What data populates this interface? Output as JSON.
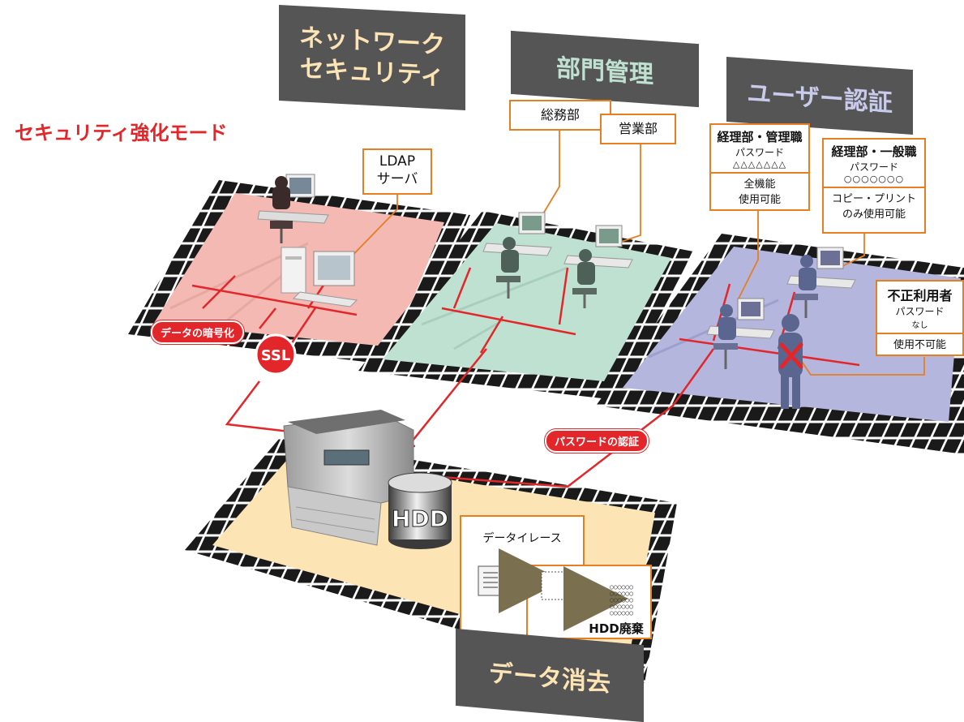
{
  "mode_title": "セキュリティ強化モード",
  "sections": {
    "network": {
      "line1": "ネットワーク",
      "line2": "セキュリティ"
    },
    "dept": {
      "title": "部門管理"
    },
    "user_auth": {
      "title": "ユーザー認証"
    },
    "data_erase": {
      "title": "データ消去"
    }
  },
  "ldap": {
    "line1": "LDAP",
    "line2": "サーバ"
  },
  "departments": [
    "総務部",
    "営業部"
  ],
  "users": [
    {
      "name": "経理部・管理職",
      "pw_label": "パスワード",
      "pw": "△△△△△△△",
      "perm1": "全機能",
      "perm2": "使用可能"
    },
    {
      "name": "経理部・一般職",
      "pw_label": "パスワード",
      "pw": "○○○○○○○",
      "perm1": "コピー・プリント",
      "perm2": "のみ使用可能"
    }
  ],
  "unauthorized": {
    "name": "不正利用者",
    "pw_label": "パスワード",
    "pw": "なし",
    "perm": "使用不可能"
  },
  "labels": {
    "encrypt": "データの暗号化",
    "ssl": "SSL",
    "pw_auth": "パスワードの認証",
    "hdd": "HDD"
  },
  "erase": {
    "title": "データイレース",
    "dots": "○○○○○○",
    "dispose": "HDD廃棄"
  },
  "colors": {
    "red": "#e3262a",
    "orange": "#e67e22",
    "header_gray": "#555555",
    "net_floor": "#f4b9b3",
    "dept_floor": "#bfe1d1",
    "user_floor": "#b4b6dd",
    "hdd_floor": "#fde4b4",
    "person": "#5a6690"
  }
}
